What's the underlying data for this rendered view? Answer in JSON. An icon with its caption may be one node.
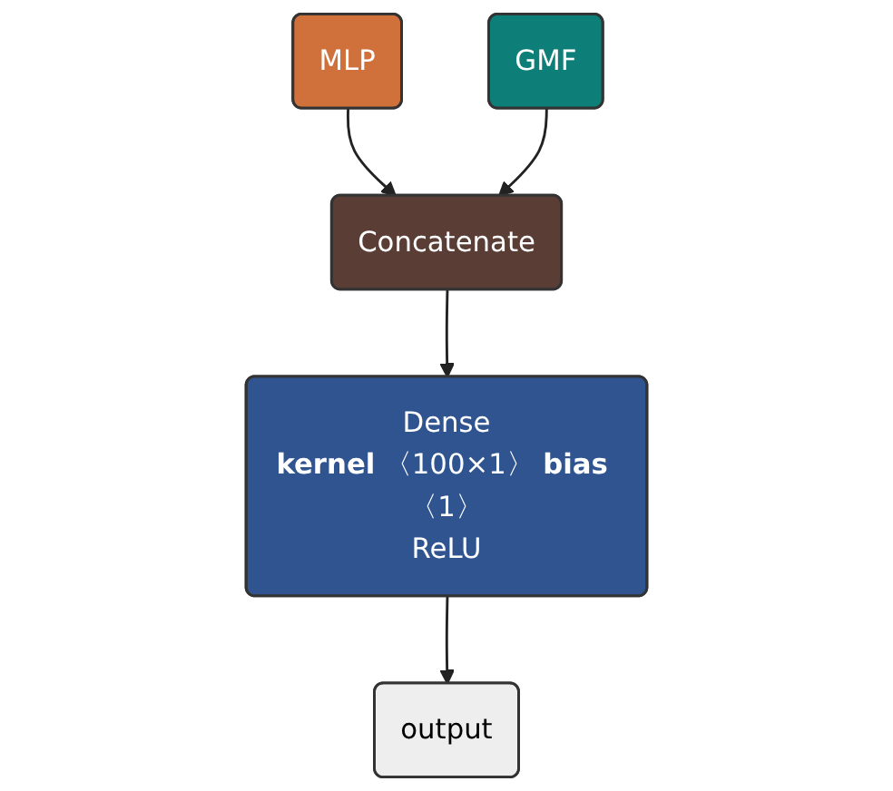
{
  "diagram": {
    "nodes": [
      {
        "text": [
          "MLP"
        ]
      },
      {
        "text": [
          "GMF"
        ]
      },
      {
        "text": [
          "Concatenate"
        ]
      },
      {
        "text": [
          "Dense",
          "**kernel** 〈100×1〉 **bias** 〈1〉",
          "ReLU"
        ]
      },
      {
        "text": [
          "output"
        ]
      }
    ],
    "edges": [
      {
        "from": 0,
        "to": 2,
        "arrow": "to"
      },
      {
        "from": 1,
        "to": 2,
        "arrow": "to"
      },
      {
        "from": 2,
        "to": 3,
        "arrow": "to"
      },
      {
        "from": 3,
        "to": 4,
        "arrow": "to"
      }
    ]
  }
}
